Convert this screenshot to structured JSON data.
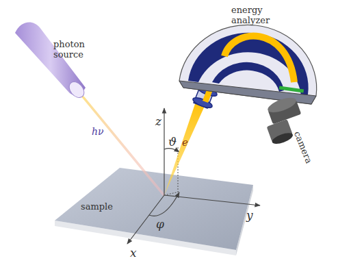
{
  "diagram": {
    "labels": [
      "photon source",
      "energy analyzer",
      "camera",
      "z",
      "ϑ",
      "hν",
      "e",
      "sample",
      "φ",
      "y",
      "x"
    ]
  }
}
